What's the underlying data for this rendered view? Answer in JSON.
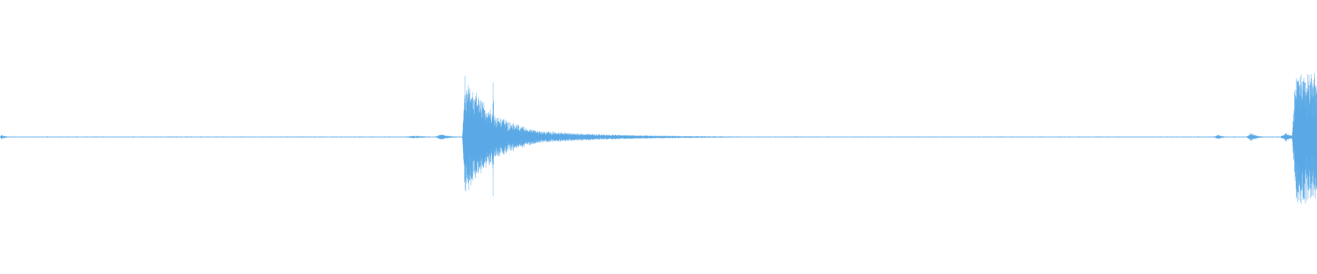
{
  "waveform": {
    "color": "#5aa9e6",
    "background": "#ffffff",
    "baseline_fraction": 0.5,
    "noise_floor": 0.004,
    "duration_units": 1.0,
    "events": [
      {
        "name": "initial-blip",
        "start": 0.0,
        "attack": 0.001,
        "peak": 0.02,
        "decay": 0.006,
        "density": 0.6
      },
      {
        "name": "pre-noise-1",
        "start": 0.305,
        "attack": 0.01,
        "peak": 0.012,
        "decay": 0.02,
        "density": 0.4
      },
      {
        "name": "pre-noise-2",
        "start": 0.33,
        "attack": 0.005,
        "peak": 0.025,
        "decay": 0.012,
        "density": 0.5
      },
      {
        "name": "burst-1",
        "start": 0.351,
        "attack": 0.002,
        "peak": 0.48,
        "decay": 0.045,
        "density": 1.0
      },
      {
        "name": "spike-1a",
        "start": 0.3555,
        "attack": 0.0004,
        "peak": 0.5,
        "decay": 0.0015,
        "density": 1.0
      },
      {
        "name": "spike-1b",
        "start": 0.374,
        "attack": 0.0004,
        "peak": 0.55,
        "decay": 0.0015,
        "density": 1.0
      },
      {
        "name": "tail-1",
        "start": 0.395,
        "attack": 0.004,
        "peak": 0.06,
        "decay": 0.11,
        "density": 0.7
      },
      {
        "name": "mid-noise",
        "start": 0.84,
        "attack": 0.02,
        "peak": 0.004,
        "decay": 0.03,
        "density": 0.4
      },
      {
        "name": "pre-noise-3",
        "start": 0.921,
        "attack": 0.004,
        "peak": 0.02,
        "decay": 0.006,
        "density": 0.5
      },
      {
        "name": "pre-noise-4",
        "start": 0.946,
        "attack": 0.004,
        "peak": 0.035,
        "decay": 0.008,
        "density": 0.5
      },
      {
        "name": "pre-noise-5",
        "start": 0.972,
        "attack": 0.004,
        "peak": 0.04,
        "decay": 0.01,
        "density": 0.6
      },
      {
        "name": "burst-2",
        "start": 0.981,
        "attack": 0.003,
        "peak": 0.55,
        "decay": 0.2,
        "density": 1.0
      },
      {
        "name": "spike-2a",
        "start": 0.9855,
        "attack": 0.0004,
        "peak": 0.65,
        "decay": 0.0015,
        "density": 1.0
      },
      {
        "name": "spike-2b",
        "start": 0.9935,
        "attack": 0.0004,
        "peak": 0.6,
        "decay": 0.0015,
        "density": 1.0
      }
    ]
  }
}
